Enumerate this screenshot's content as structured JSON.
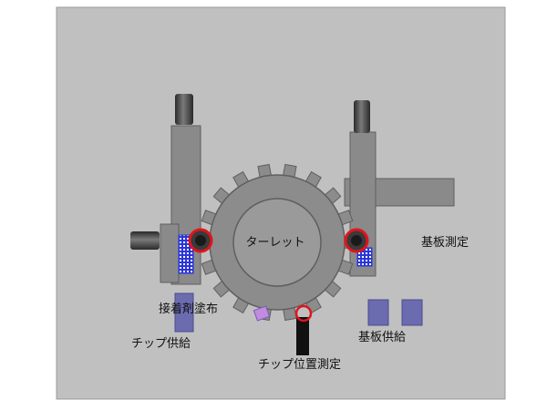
{
  "labels": {
    "turret": "ターレット",
    "substrate_measure": "基板測定",
    "adhesive_apply": "接着剤塗布",
    "chip_supply": "チップ供給",
    "chip_position_measure": "チップ位置測定",
    "substrate_supply": "基板供給"
  },
  "colors": {
    "panel": "#c0c0c0",
    "machine": "#8a8a8a",
    "machine_dark": "#5f5f5f",
    "turret_inner": "#9a9a9a",
    "chip": "#6b6bb0",
    "red_ring": "#e0141c",
    "grid_blue": "#2b35d8"
  },
  "icons": {
    "chip_supply_icon": "chip-tray-icon",
    "substrate_supply_icon": "substrate-tray-icon"
  }
}
